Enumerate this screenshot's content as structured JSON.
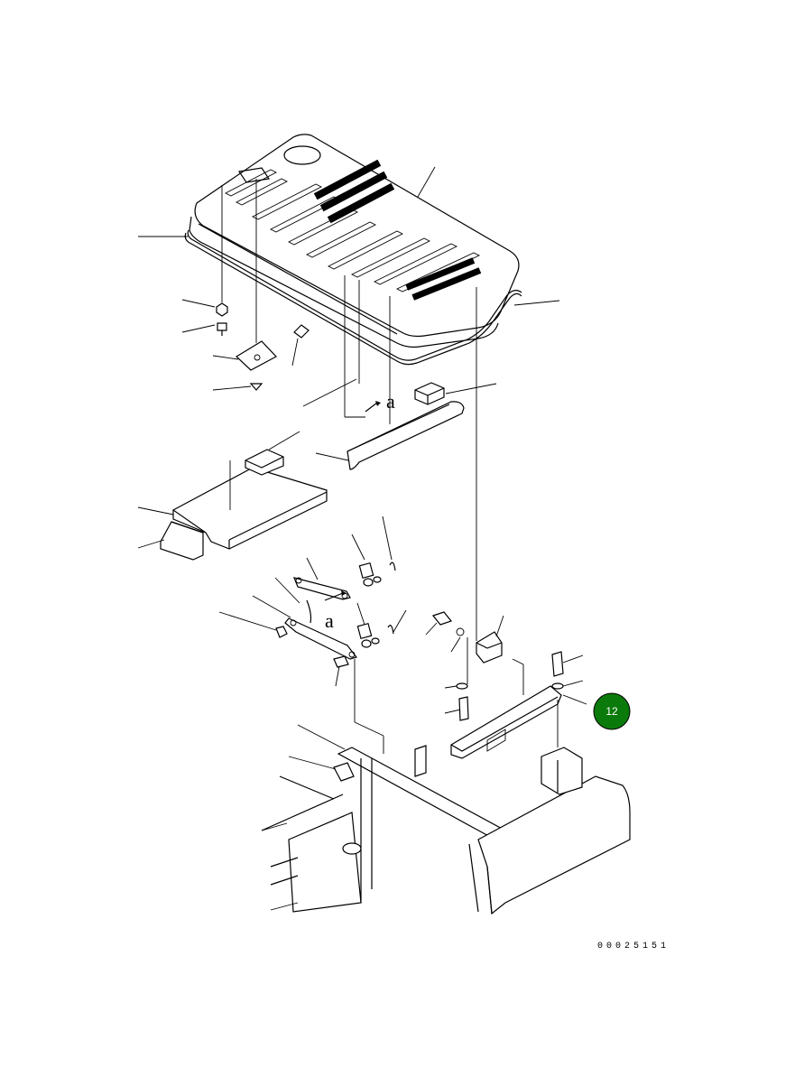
{
  "diagram": {
    "callout_number": "12",
    "callout_color": "#0a7a0a",
    "reference_marks": [
      "a",
      "a"
    ],
    "drawing_number": "00025151"
  }
}
